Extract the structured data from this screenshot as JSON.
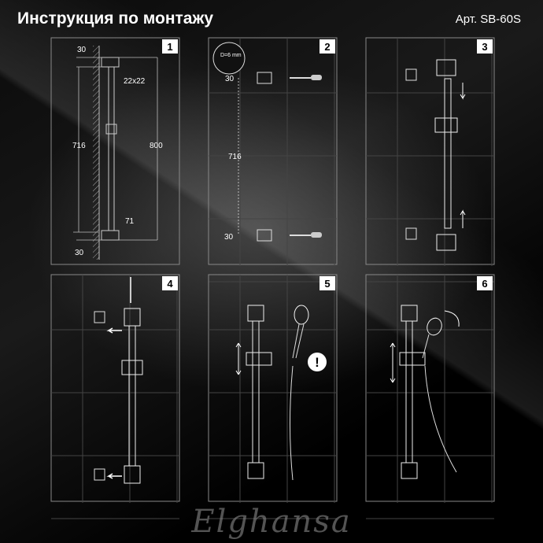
{
  "header": {
    "title": "Инструкция по монтажу",
    "article": "Арт. SB-60S"
  },
  "panels": [
    {
      "number": "1",
      "dims": {
        "top_offset": "30",
        "profile": "22x22",
        "height": "716",
        "total": "800",
        "depth": "71",
        "bottom_offset": "30"
      }
    },
    {
      "number": "2",
      "dims": {
        "drill": "D=6 mm",
        "top": "30",
        "height": "716",
        "bottom": "30"
      }
    },
    {
      "number": "3"
    },
    {
      "number": "4"
    },
    {
      "number": "5",
      "warning": "!"
    },
    {
      "number": "6"
    }
  ],
  "footer": {
    "brand": "Elghansa"
  }
}
